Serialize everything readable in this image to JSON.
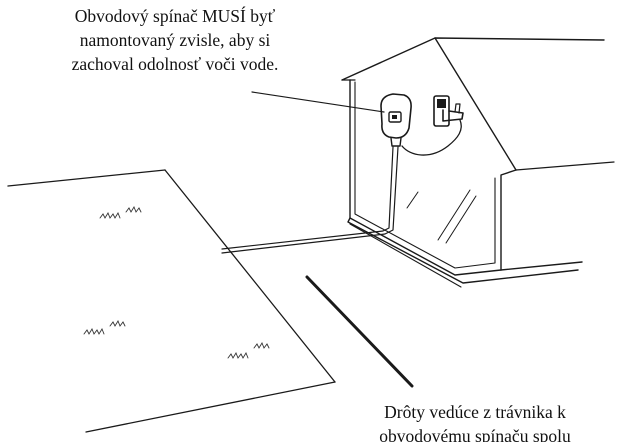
{
  "diagram": {
    "top_caption": {
      "lines": [
        "Obvodový spínač MUSÍ byť",
        "namontovaný zvisle, aby si",
        "zachoval odolnosť voči vode."
      ]
    },
    "bottom_caption": {
      "lines": [
        "Drôty vedúce z trávnika k",
        "obvodovému spínaču spolu"
      ]
    },
    "colors": {
      "line": "#1a1a1a",
      "background": "#ffffff"
    },
    "icons": [
      "circuit-breaker-icon",
      "outlet-icon"
    ]
  }
}
